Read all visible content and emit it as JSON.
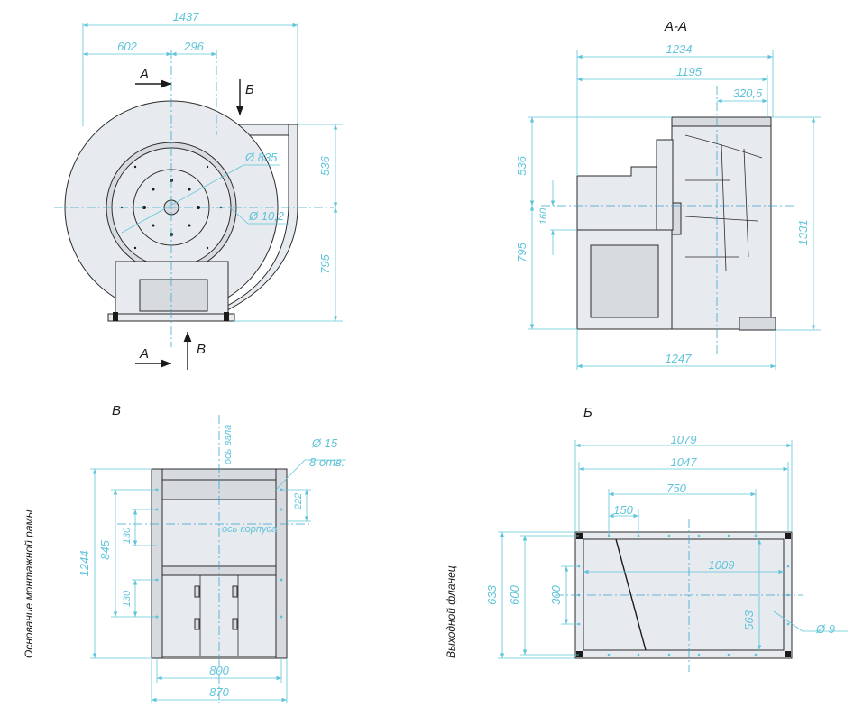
{
  "views": {
    "front": {
      "dims": [
        "1437",
        "602",
        "296",
        "536",
        "795",
        "Ø 835",
        "Ø 10,2"
      ],
      "section_markers": [
        "A",
        "A",
        "Б",
        "В"
      ]
    },
    "section_aa": {
      "title": "А-А",
      "dims": [
        "1234",
        "1195",
        "320,5",
        "536",
        "160",
        "795",
        "1331",
        "1247"
      ]
    },
    "view_v": {
      "title": "В",
      "caption": "Основание монтажной рамы",
      "axis_labels": [
        "ось вала",
        "ось корпуса"
      ],
      "hole_note": [
        "Ø 15",
        "8 отв."
      ],
      "dims": [
        "1244",
        "845",
        "130",
        "130",
        "222",
        "800",
        "870"
      ]
    },
    "view_b": {
      "title": "Б",
      "caption": "Выходной фланец",
      "dims": [
        "1079",
        "1047",
        "750",
        "150",
        "1009",
        "633",
        "600",
        "300",
        "563",
        "Ø 9"
      ]
    }
  },
  "colors": {
    "dimension": "#5fc4da",
    "axis": "#3aa7cf",
    "outline": "#2b2b2b",
    "fill": "#e7eaee"
  }
}
